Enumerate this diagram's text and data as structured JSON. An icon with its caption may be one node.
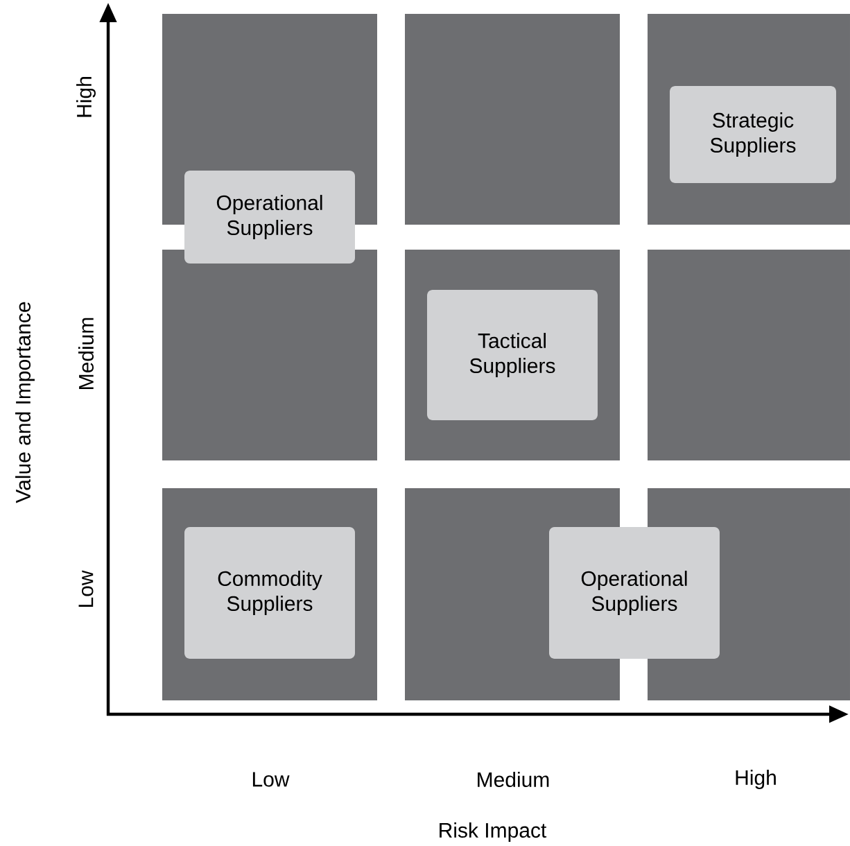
{
  "diagram": {
    "nodes": [
      {
        "text": [
          "Strategic Suppliers"
        ]
      },
      {
        "text": [
          "Operational Suppliers"
        ]
      },
      {
        "text": [
          "Tactical Suppliers"
        ]
      },
      {
        "text": [
          "Commodity Suppliers"
        ]
      },
      {
        "text": [
          "Operational Suppliers"
        ]
      }
    ],
    "edges": [],
    "labels": [
      "High",
      "Medium",
      "Low",
      "Value and Importance",
      "Low",
      "Medium",
      "High",
      "Risk Impact"
    ]
  }
}
